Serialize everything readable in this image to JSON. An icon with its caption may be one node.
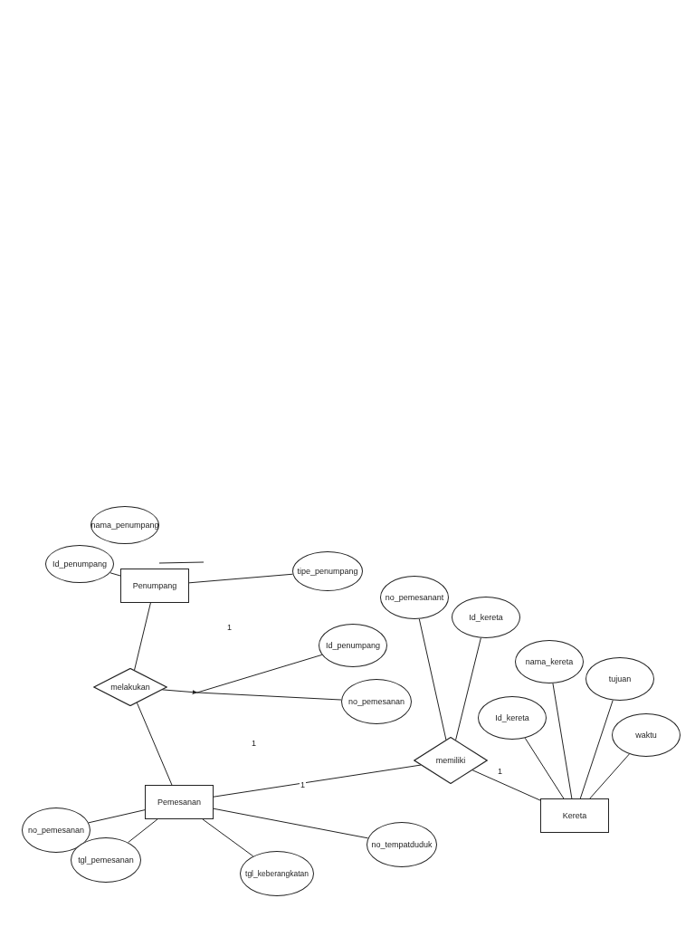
{
  "diagram": {
    "nodes": [
      {
        "text": [
          "Penumpang"
        ]
      },
      {
        "text": [
          "nama_penumpang"
        ]
      },
      {
        "text": [
          "Id_penumpang"
        ]
      },
      {
        "text": [
          "tipe_penumpang"
        ]
      },
      {
        "text": [
          "melakukan"
        ]
      },
      {
        "text": [
          "Id_penumpang"
        ]
      },
      {
        "text": [
          "no_pemesanan"
        ]
      },
      {
        "text": [
          "Pemesanan"
        ]
      },
      {
        "text": [
          "no_pemesanant"
        ]
      },
      {
        "text": [
          "Id_kereta"
        ]
      },
      {
        "text": [
          "memiliki"
        ]
      },
      {
        "text": [
          "nama_kereta"
        ]
      },
      {
        "text": [
          "tujuan"
        ]
      },
      {
        "text": [
          "Id_kereta"
        ]
      },
      {
        "text": [
          "waktu"
        ]
      },
      {
        "text": [
          "Kereta"
        ]
      },
      {
        "text": [
          "no_pemesanan"
        ]
      },
      {
        "text": [
          "tgl_pemesanan"
        ]
      },
      {
        "text": [
          "tgl_keberangkatan"
        ]
      },
      {
        "text": [
          "no_tempatduduk"
        ]
      }
    ],
    "edges": [
      {
        "from": 2,
        "to": 0,
        "arrow": "none"
      },
      {
        "from": 0,
        "to": 3,
        "arrow": "none"
      },
      {
        "from": 0,
        "to": 4,
        "arrow": "none"
      },
      {
        "from": 4,
        "to": null,
        "arrow": "to"
      },
      {
        "from": 5,
        "to": null,
        "arrow": "none"
      },
      {
        "from": 6,
        "to": null,
        "arrow": "none"
      },
      {
        "from": 4,
        "to": 7,
        "arrow": "none"
      },
      {
        "from": 7,
        "to": 10,
        "arrow": "none",
        "label": "1"
      },
      {
        "from": 8,
        "to": 10,
        "arrow": "none"
      },
      {
        "from": 9,
        "to": 10,
        "arrow": "none"
      },
      {
        "from": 15,
        "to": 10,
        "arrow": "none",
        "label": "1"
      },
      {
        "from": 13,
        "to": 15,
        "arrow": "none"
      },
      {
        "from": 11,
        "to": 15,
        "arrow": "none"
      },
      {
        "from": 12,
        "to": 15,
        "arrow": "none"
      },
      {
        "from": 14,
        "to": 15,
        "arrow": "none"
      },
      {
        "from": 16,
        "to": 7,
        "arrow": "none"
      },
      {
        "from": 17,
        "to": 7,
        "arrow": "none"
      },
      {
        "from": 18,
        "to": 7,
        "arrow": "none"
      },
      {
        "from": 19,
        "to": 7,
        "arrow": "none"
      }
    ],
    "labels": [
      "1",
      "1"
    ]
  }
}
